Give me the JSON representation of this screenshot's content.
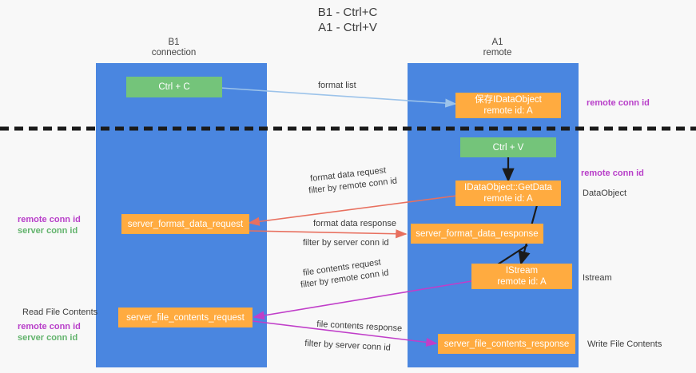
{
  "title": "B1 - Ctrl+C\nA1 - Ctrl+V",
  "colors": {
    "column": "#4a86e0",
    "node_orange": "#ffab40",
    "node_green": "#74c47a",
    "accent_purple": "#b83ec9",
    "accent_green": "#62b36c",
    "arrow_blue": "#9cc3ea",
    "arrow_red": "#e8705f",
    "arrow_black": "#1b1b1b",
    "arrow_magenta": "#c03ec9",
    "background": "#f8f8f8"
  },
  "columns": [
    {
      "id": "b1",
      "line1": "B1",
      "line2": "connection"
    },
    {
      "id": "a1",
      "line1": "A1",
      "line2": "remote"
    }
  ],
  "nodes": [
    {
      "id": "ctrl-c",
      "label": "Ctrl + C",
      "sub": "",
      "kind": "green"
    },
    {
      "id": "save-idataobject",
      "label": "保存IDataObject",
      "sub": "remote id: A",
      "kind": "orange"
    },
    {
      "id": "ctrl-v",
      "label": "Ctrl + V",
      "sub": "",
      "kind": "green"
    },
    {
      "id": "getdata",
      "label": "IDataObject::GetData",
      "sub": "remote id: A",
      "kind": "orange"
    },
    {
      "id": "server-format-data-request",
      "label": "server_format_data_request",
      "sub": "",
      "kind": "orange"
    },
    {
      "id": "server-format-data-response",
      "label": "server_format_data_response",
      "sub": "",
      "kind": "orange"
    },
    {
      "id": "istream",
      "label": "IStream",
      "sub": "remote id: A",
      "kind": "orange"
    },
    {
      "id": "server-file-contents-request",
      "label": "server_file_contents_request",
      "sub": "",
      "kind": "orange"
    },
    {
      "id": "server-file-contents-response",
      "label": "server_file_contents_response",
      "sub": "",
      "kind": "orange"
    }
  ],
  "edge_labels": {
    "format_list": "format list",
    "format_data_request": "format data request",
    "format_data_request_filter_prefix": "filter by ",
    "format_data_request_filter_key": "remote conn id",
    "format_data_response": "format data response",
    "format_data_response_filter_prefix": "filter by ",
    "format_data_response_filter_key": "server conn id",
    "file_contents_request": "file contents request",
    "file_contents_request_filter_prefix": "filter by ",
    "file_contents_request_filter_key": "remote conn id",
    "file_contents_response": "file contents response",
    "file_contents_response_filter_prefix": "filter by ",
    "file_contents_response_filter_key": "server conn id"
  },
  "side_labels": {
    "right_remote_conn_id_top": "remote conn id",
    "right_remote_conn_id_mid": "remote conn id",
    "right_dataobject": "DataObject",
    "right_istream": "Istream",
    "right_write_file_contents": "Write File Contents",
    "left_remote_conn_id": "remote conn id",
    "left_server_conn_id": "server conn id",
    "left_read_file_contents": "Read File Contents",
    "left_bottom_remote_conn_id": "remote conn id",
    "left_bottom_server_conn_id": "server conn id"
  }
}
